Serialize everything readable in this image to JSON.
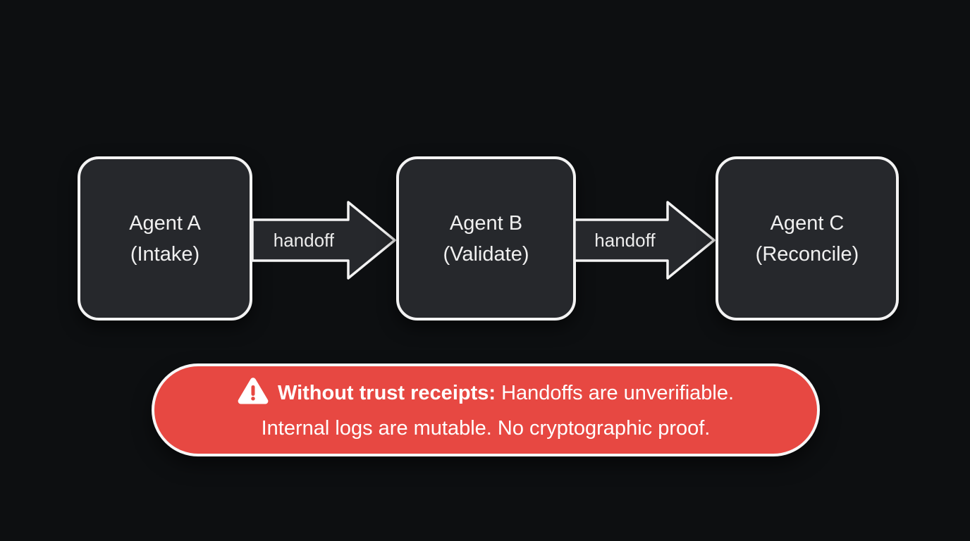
{
  "diagram": {
    "nodes": [
      {
        "id": "agent-a",
        "line1": "Agent A",
        "line2": "(Intake)"
      },
      {
        "id": "agent-b",
        "line1": "Agent B",
        "line2": "(Validate)"
      },
      {
        "id": "agent-c",
        "line1": "Agent C",
        "line2": "(Reconcile)"
      }
    ],
    "arrows": [
      {
        "label": "handoff"
      },
      {
        "label": "handoff"
      }
    ]
  },
  "warning": {
    "icon": "warning-triangle-icon",
    "lead_bold": "Without trust receipts:",
    "line1_rest": " Handoffs are unverifiable.",
    "line2": "Internal logs are mutable. No cryptographic proof."
  },
  "colors": {
    "background": "#0d0f11",
    "node_fill": "#26282c",
    "node_border": "#f3f3f3",
    "arrow_fill": "#26282c",
    "arrow_outline": "#f3f3f3",
    "warning_fill": "#e74842",
    "warning_border": "#f7f7f7",
    "text": "#f0f0f0"
  }
}
